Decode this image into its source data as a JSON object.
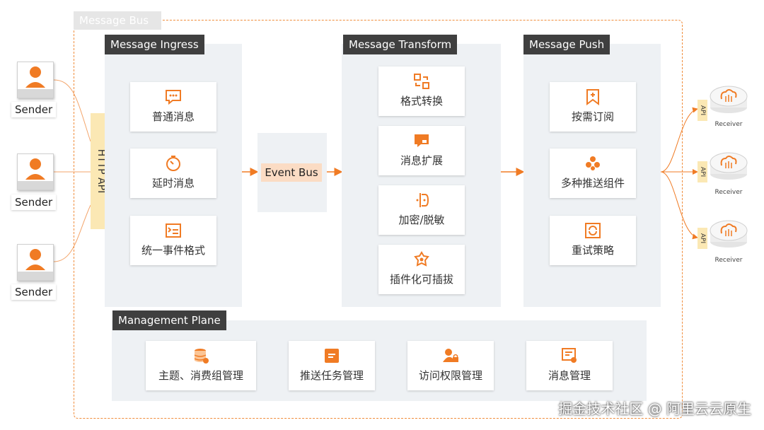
{
  "bus_title": "Message Bus",
  "senders": [
    "Sender",
    "Sender",
    "Sender"
  ],
  "http_api": "HTTP API",
  "ingress": {
    "title": "Message Ingress",
    "items": [
      "普通消息",
      "延时消息",
      "统一事件格式"
    ]
  },
  "event_bus": "Event Bus",
  "transform": {
    "title": "Message Transform",
    "items": [
      "格式转换",
      "消息扩展",
      "加密/脱敏",
      "插件化可插拔"
    ]
  },
  "push": {
    "title": "Message Push",
    "items": [
      "按需订阅",
      "多种推送组件",
      "重试策略"
    ]
  },
  "receivers": [
    {
      "api": "API",
      "label": "Receiver"
    },
    {
      "api": "API",
      "label": "Receiver"
    },
    {
      "api": "API",
      "label": "Receiver"
    }
  ],
  "management": {
    "title": "Management Plane",
    "items": [
      "主题、消费组管理",
      "推送任务管理",
      "访问权限管理",
      "消息管理"
    ]
  },
  "watermark": "掘金技术社区 @ 阿里云云原生",
  "colors": {
    "accent": "#f07b24",
    "panel": "#eef1f4",
    "title_bg": "#3f3f3f",
    "api_tag": "#fbe8b4",
    "event_bus_bg": "#fbdcc4",
    "frame": "#f08c3a"
  }
}
